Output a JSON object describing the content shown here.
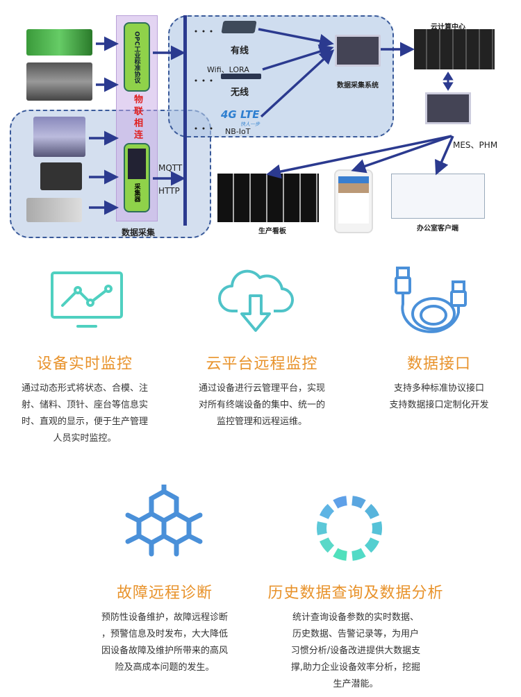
{
  "diagram": {
    "opc_label": "OPC工业标准协议",
    "iot_label": "物联相连",
    "collector_label": "采集器",
    "data_collection": "数据采集",
    "mqtt": "MQTT",
    "http": "HTTP",
    "wired": "有线",
    "wifi": "Wifi、LORA",
    "wireless": "无线",
    "lte": "4G LTE",
    "lte_slogan": "快人一步",
    "nbiot": "NB-IoT",
    "collection_system": "数据采集系统",
    "cloud_center": "云计算中心",
    "mes": "MES、PHM",
    "board": "生产看板",
    "office_client": "办公室客户端"
  },
  "features": [
    {
      "title": "设备实时监控",
      "lines": [
        "通过动态形式将状态、合模、注",
        "射、储料、顶针、座台等信息实",
        "时、直观的显示，便于生产管理",
        "人员实时监控。"
      ],
      "icon": "monitor-chart-icon"
    },
    {
      "title": "云平台远程监控",
      "lines": [
        "通过设备进行云管理平台，实现",
        "对所有终端设备的集中、统一的",
        "监控管理和远程运维。"
      ],
      "icon": "cloud-download-icon"
    },
    {
      "title": "数据接口",
      "lines": [
        "支持多种标准协议接口",
        "支持数据接口定制化开发"
      ],
      "icon": "usb-cable-icon"
    },
    {
      "title": "故障远程诊断",
      "lines": [
        "预防性设备维护，故障远程诊断",
        "，预警信息及时发布，大大降低",
        "因设备故障及维护所带来的高风",
        "险及高成本问题的发生。"
      ],
      "icon": "hexagon-network-icon"
    },
    {
      "title": "历史数据查询及数据分析",
      "lines": [
        "统计查询设备参数的实时数据、",
        "历史数据、告警记录等，为用户",
        "习惯分析/设备改进提供大数据支",
        "撑,助力企业设备效率分析，挖掘",
        "生产潜能。"
      ],
      "icon": "segmented-ring-icon"
    }
  ],
  "colors": {
    "accent": "#e8922a",
    "arrow": "#2b3a8f",
    "teal": "#4fc3c8",
    "blue": "#4a90d9"
  }
}
